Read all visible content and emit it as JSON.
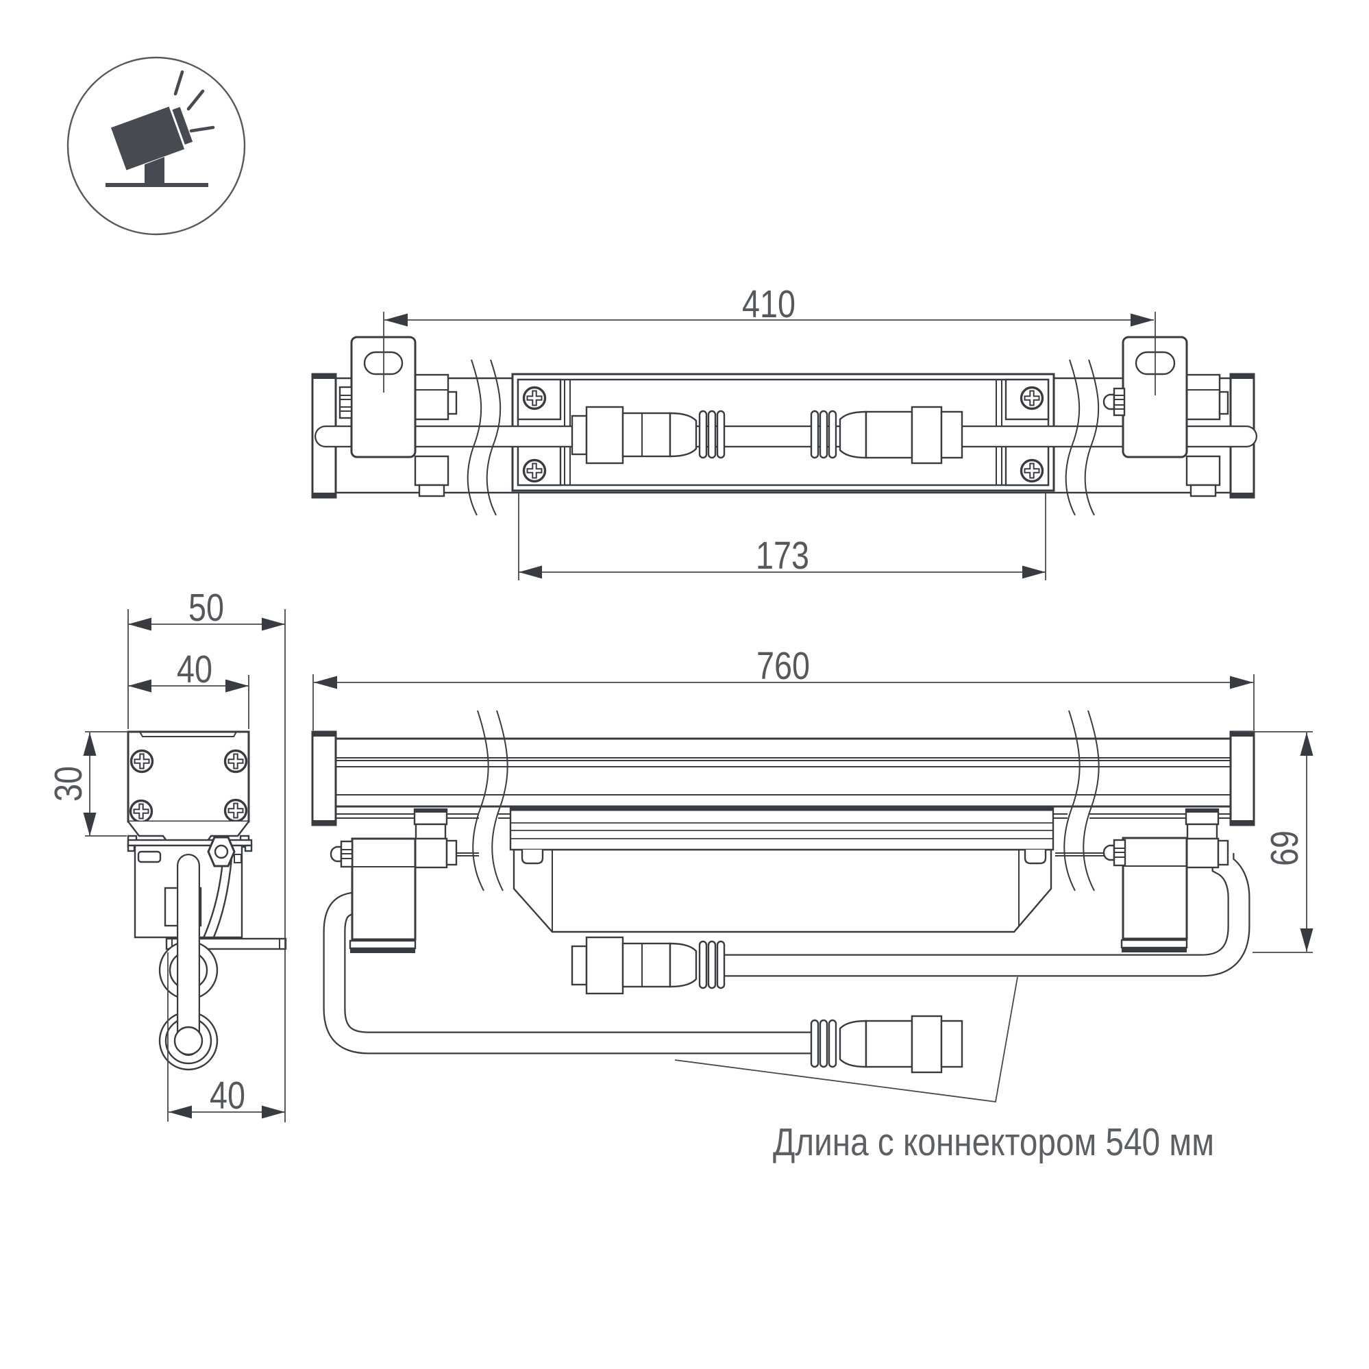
{
  "colors": {
    "background": "#ffffff",
    "line": "#383b40",
    "dim_line": "#45484d",
    "text": "#63666b",
    "icon_fill": "#474b51"
  },
  "icon": {
    "name": "tilted-floodlight-icon",
    "description": "ground spotlight pictogram with light rays"
  },
  "views": {
    "top_view": "top view of linear LED wall-washer with mounting brackets",
    "side_view": "end profile view with swivel bracket and cable connector",
    "front_view": "front elevation with brackets, looped cables and connectors"
  },
  "dimensions": {
    "top_width_overall": "410",
    "top_width_inner": "173",
    "side_width_overall": "50",
    "side_width_body": "40",
    "side_height_body": "30",
    "side_width_bottom": "40",
    "front_length": "760",
    "front_height": "69"
  },
  "annotation": {
    "cable_note": "Длина с коннектором 540 мм"
  }
}
